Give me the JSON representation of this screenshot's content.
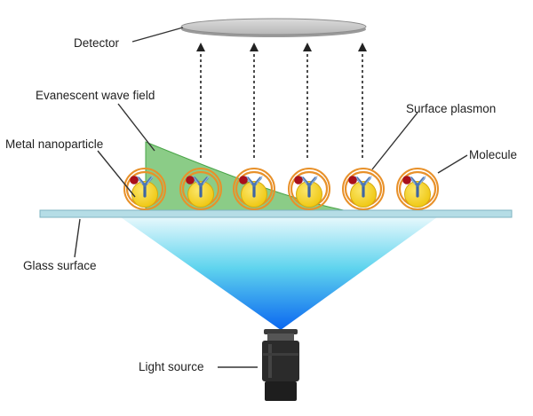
{
  "labels": {
    "detector": "Detector",
    "evanescent": "Evanescent wave field",
    "surface_plasmon": "Surface plasmon",
    "metal_nanoparticle": "Metal nanoparticle",
    "molecule": "Molecule",
    "glass_surface": "Glass surface",
    "light_source": "Light source"
  },
  "colors": {
    "detector_fill": "#c9c9c9",
    "glass_fill": "#b5dde6",
    "evanescent_fill": "#7ec77a",
    "particle_fill": "#f4d21f",
    "ring_stroke": "#e8912a",
    "antibody_fill": "#4d77b3",
    "molecule_fill": "#a8101b",
    "beam_top": "#dff6fb",
    "beam_bottom": "#0a6ef0",
    "objective_fill": "#2b2b2b"
  },
  "icons": {
    "nanoparticle": "nanoparticle-with-antibody-icon",
    "objective": "objective-lens-icon"
  }
}
